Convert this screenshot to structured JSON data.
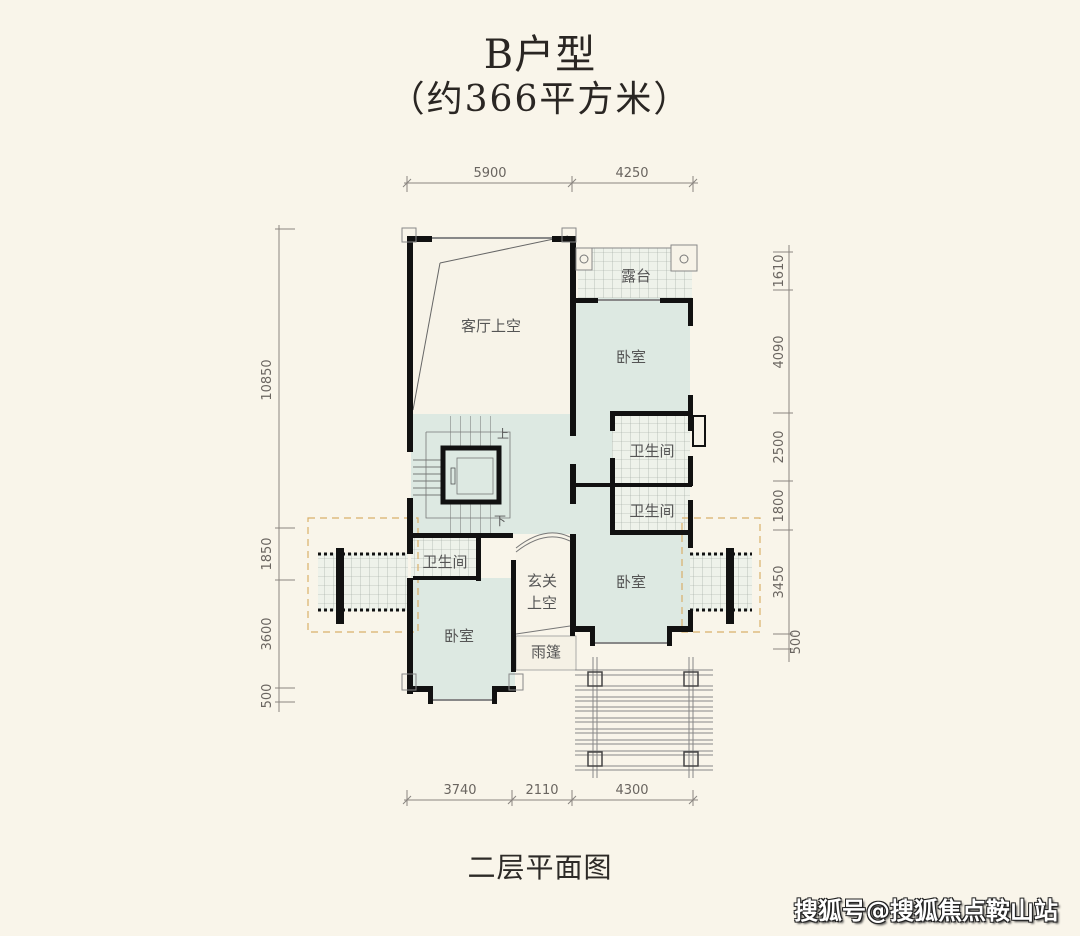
{
  "header": {
    "unit_type": "B户型",
    "area": "（约366平方米）"
  },
  "caption": "二层平面图",
  "watermark": "搜狐号@搜狐焦点鞍山站",
  "colors": {
    "background": "#f9f5ea",
    "room_fill": "#dde9e2",
    "wet_room_fill": "#e3ece6",
    "void_fill": "#f7f3e8",
    "wall": "#111111",
    "dim_line": "#8a8580",
    "dashed_outline": "#d9b06a"
  },
  "dimensions": {
    "top": [
      "5900",
      "4250"
    ],
    "bottom": [
      "3740",
      "2110",
      "4300"
    ],
    "left": [
      "10850",
      "1850",
      "3600",
      "500"
    ],
    "right": [
      "1610",
      "4090",
      "2500",
      "1800",
      "3450",
      "500"
    ]
  },
  "rooms": {
    "living_void": "客厅上空",
    "terrace": "露台",
    "bedroom_ne": "卧室",
    "bath_1": "卫生间",
    "bath_2": "卫生间",
    "bedroom_se": "卧室",
    "bath_w": "卫生间",
    "bedroom_sw": "卧室",
    "entry_void_1": "玄关",
    "entry_void_2": "上空",
    "canopy": "雨篷",
    "stair_up": "上",
    "stair_down": "下"
  }
}
